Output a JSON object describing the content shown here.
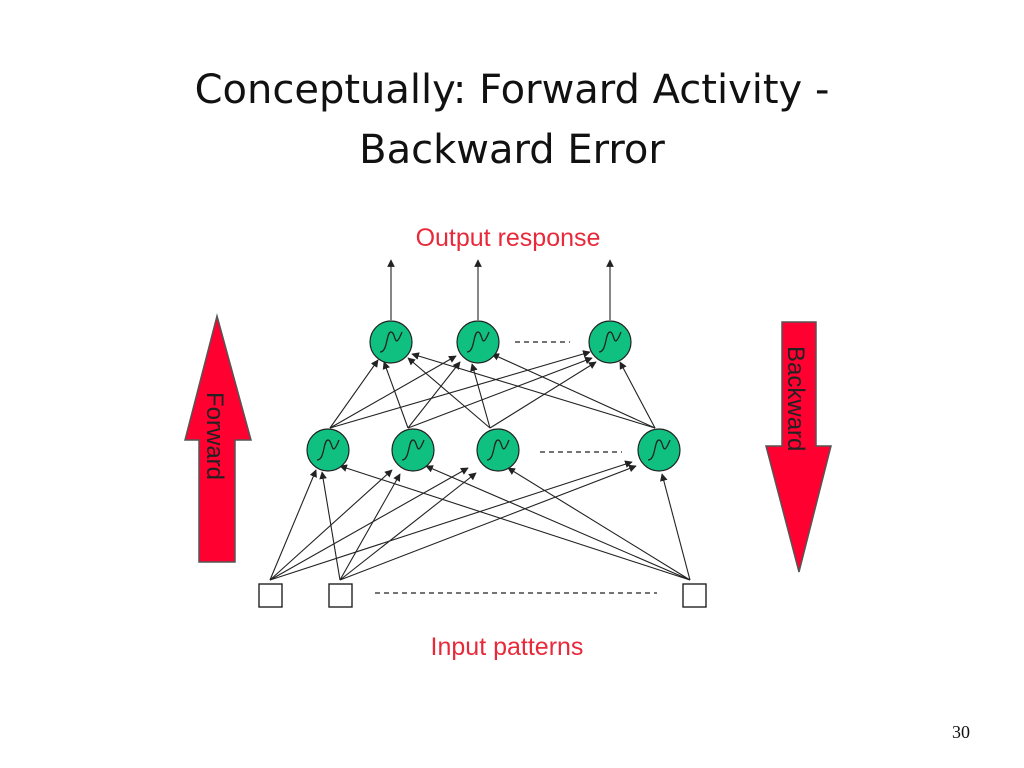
{
  "slide": {
    "title_line1": "Conceptually: Forward Activity -",
    "title_line2": "Backward Error",
    "page_number": "30"
  },
  "diagram": {
    "output_label": "Output response",
    "input_label": "Input patterns",
    "forward_label": "Forward",
    "backward_label": "Backward",
    "colors": {
      "label_red": "#e8293a",
      "arrow_red": "#ff0030",
      "neuron_fill": "#10c080",
      "line": "#222222"
    }
  }
}
